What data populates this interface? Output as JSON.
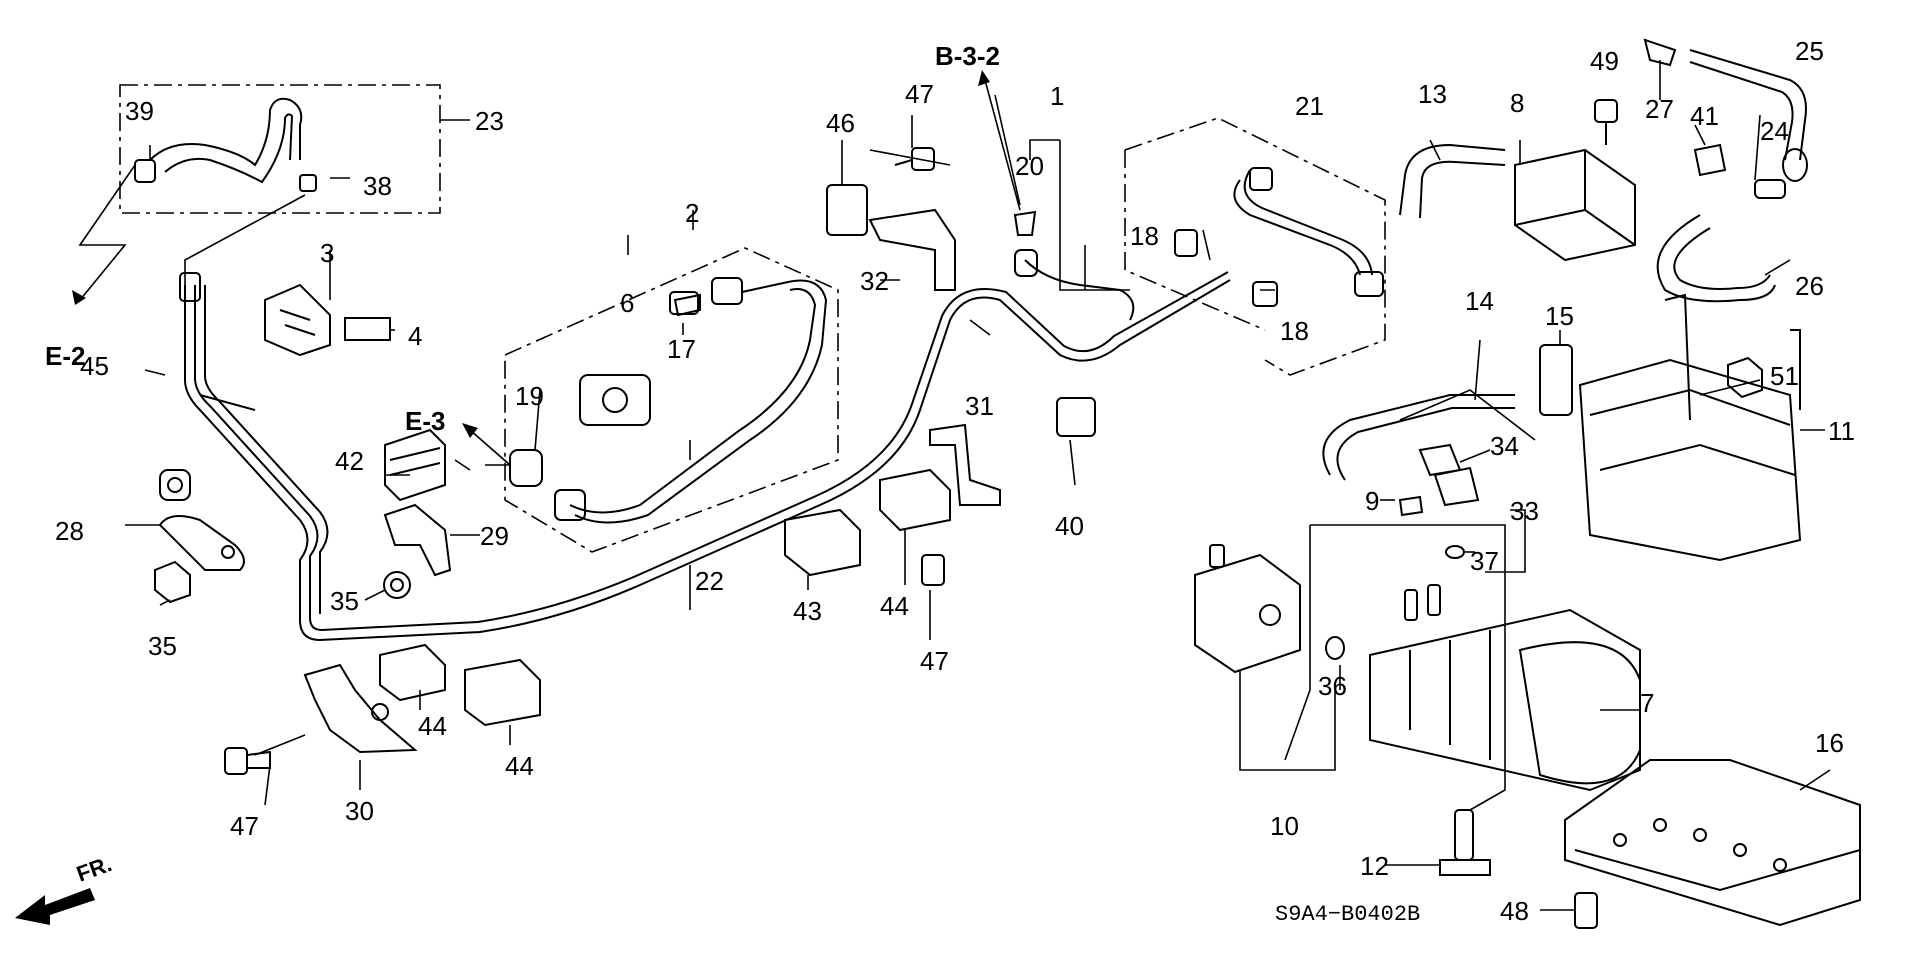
{
  "callouts": {
    "c1": "1",
    "c2": "2",
    "c3": "3",
    "c4": "4",
    "c6": "6",
    "c7": "7",
    "c8": "8",
    "c9": "9",
    "c10": "10",
    "c11": "11",
    "c12": "12",
    "c13": "13",
    "c14": "14",
    "c15": "15",
    "c16": "16",
    "c17": "17",
    "c18a": "18",
    "c18b": "18",
    "c19": "19",
    "c20": "20",
    "c21": "21",
    "c22": "22",
    "c23": "23",
    "c24": "24",
    "c25": "25",
    "c26": "26",
    "c27": "27",
    "c28": "28",
    "c29": "29",
    "c30": "30",
    "c31": "31",
    "c32": "32",
    "c33": "33",
    "c34": "34",
    "c35a": "35",
    "c35b": "35",
    "c36": "36",
    "c37": "37",
    "c38": "38",
    "c39": "39",
    "c40": "40",
    "c41": "41",
    "c42": "42",
    "c43": "43",
    "c44a": "44",
    "c44b": "44",
    "c44c": "44",
    "c45": "45",
    "c46": "46",
    "c47a": "47",
    "c47b": "47",
    "c47c": "47",
    "c48": "48",
    "c49": "49",
    "c51": "51"
  },
  "references": {
    "b32": "B-3-2",
    "e2": "E-2",
    "e3": "E-3"
  },
  "diagram_code": "S9A4−B0402B",
  "front_marker": "FR."
}
